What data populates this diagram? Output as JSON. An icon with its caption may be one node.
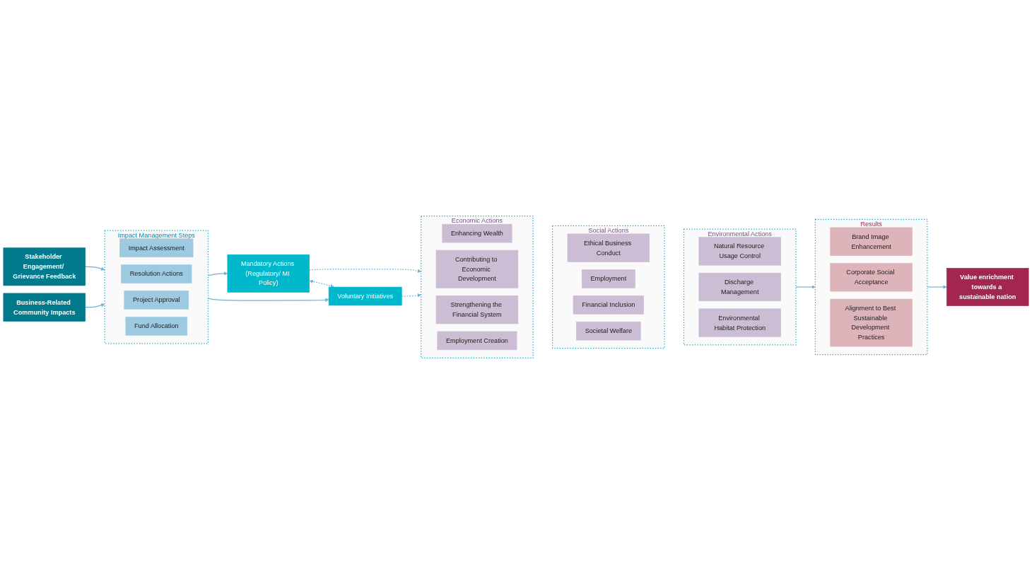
{
  "diagram": {
    "nodes": [
      {
        "text": [
          "Stakeholder Engagement/ Grievance Feedback"
        ]
      },
      {
        "text": [
          "Business-Related Community Impacts"
        ]
      },
      {
        "text": [
          "Impact Management Steps"
        ]
      },
      {
        "text": [
          "Impact Assessment"
        ],
        "in": 2
      },
      {
        "text": [
          "Resolution Actions"
        ],
        "in": 2
      },
      {
        "text": [
          "Project Approval"
        ],
        "in": 2
      },
      {
        "text": [
          "Fund Allocation"
        ],
        "in": 2
      },
      {
        "text": [
          "Mandatory Actions (Regulatory/ MI Policy)"
        ]
      },
      {
        "text": [
          "Voluntary Initiatives"
        ]
      },
      {
        "text": [
          "Economic Actions"
        ]
      },
      {
        "text": [
          "Enhancing Wealth"
        ],
        "in": 9
      },
      {
        "text": [
          "Contributing to Economic Development"
        ],
        "in": 9
      },
      {
        "text": [
          "Strengthening the Financial System"
        ],
        "in": 9
      },
      {
        "text": [
          "Employment Creation"
        ],
        "in": 9
      },
      {
        "text": [
          "Social Actions"
        ]
      },
      {
        "text": [
          "Ethical Business Conduct"
        ],
        "in": 14
      },
      {
        "text": [
          "Employment"
        ],
        "in": 14
      },
      {
        "text": [
          "Financial Inclusion"
        ],
        "in": 14
      },
      {
        "text": [
          "Societal Welfare"
        ],
        "in": 14
      },
      {
        "text": [
          "Environmental Actions"
        ]
      },
      {
        "text": [
          "Natural Resource Usage Control"
        ],
        "in": 19
      },
      {
        "text": [
          "Discharge Management"
        ],
        "in": 19
      },
      {
        "text": [
          "Environmental Habitat Protection"
        ],
        "in": 19
      },
      {
        "text": [
          "Results"
        ]
      },
      {
        "text": [
          "Brand Image Enhancement"
        ],
        "in": 23
      },
      {
        "text": [
          "Corporate Social Acceptance"
        ],
        "in": 23
      },
      {
        "text": [
          "Alignment to Best Sustainable Development Practices"
        ],
        "in": 23
      },
      {
        "text": [
          "Value enrichment towards a sustainable nation"
        ]
      }
    ],
    "edges": [
      {
        "from": 0,
        "to": 2,
        "arrow": "to"
      },
      {
        "from": 1,
        "to": 2,
        "arrow": "to"
      },
      {
        "from": 2,
        "to": 7,
        "arrow": "to"
      },
      {
        "from": 2,
        "to": 8,
        "arrow": "to"
      },
      {
        "from": 7,
        "to": 8,
        "arrow": "both",
        "style": "dashed"
      },
      {
        "from": 7,
        "to": 9,
        "arrow": "to",
        "style": "dashed"
      },
      {
        "from": 8,
        "to": 9,
        "arrow": "to",
        "style": "dashed"
      },
      {
        "from": 19,
        "to": 23,
        "arrow": "to"
      },
      {
        "from": 23,
        "to": 27,
        "arrow": "to"
      }
    ]
  }
}
